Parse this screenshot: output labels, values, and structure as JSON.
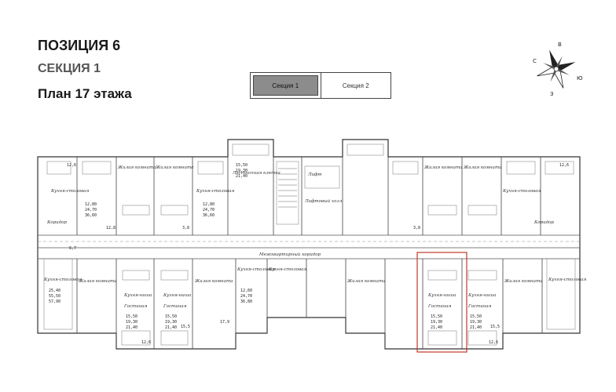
{
  "header": {
    "position": "ПОЗИЦИЯ 6",
    "section": "СЕКЦИЯ 1",
    "floor_plan": "План 17 этажа"
  },
  "tabs": [
    {
      "label": "Секция 1",
      "active": true
    },
    {
      "label": "Секция 2",
      "active": false
    }
  ],
  "compass": {
    "n": "С",
    "e": "В",
    "s": "Ю",
    "w": "З"
  },
  "plan": {
    "rooms": {
      "living": "Жилая комната",
      "kitchen_dining": "Кухня-столовая",
      "kitchen_niche": "Кухня-ниша",
      "lounge": "Гостиная",
      "corridor": "Коридор",
      "stair_hall": "Лестничная клетка",
      "lift_hall": "Лифтовый холл",
      "apartment_corridor": "Межквартирный коридор",
      "lift": "Лифт"
    },
    "unit_areas": [
      [
        "12,80",
        "24,70",
        "36,60"
      ],
      [
        "15,50",
        "19,30",
        "21,40"
      ],
      [
        "12,80",
        "24,70",
        "36,60"
      ],
      [
        "15,50",
        "19,30",
        "21,40"
      ],
      [
        "15,50",
        "19,30",
        "21,40"
      ],
      [
        "25,40",
        "55,50",
        "57,90"
      ],
      [
        "15,50",
        "19,30",
        "21,40"
      ],
      [
        "12,60",
        "24,70",
        "36,80"
      ],
      [
        "15,50",
        "19,30",
        "21,40"
      ]
    ],
    "dims": [
      "12,6",
      "3,8",
      "15,5",
      "12,8",
      "17,9",
      "6,7"
    ],
    "highlight_color": "#c0392b"
  },
  "colors": {
    "line": "#333333",
    "tab_active": "#8c8c8c"
  }
}
